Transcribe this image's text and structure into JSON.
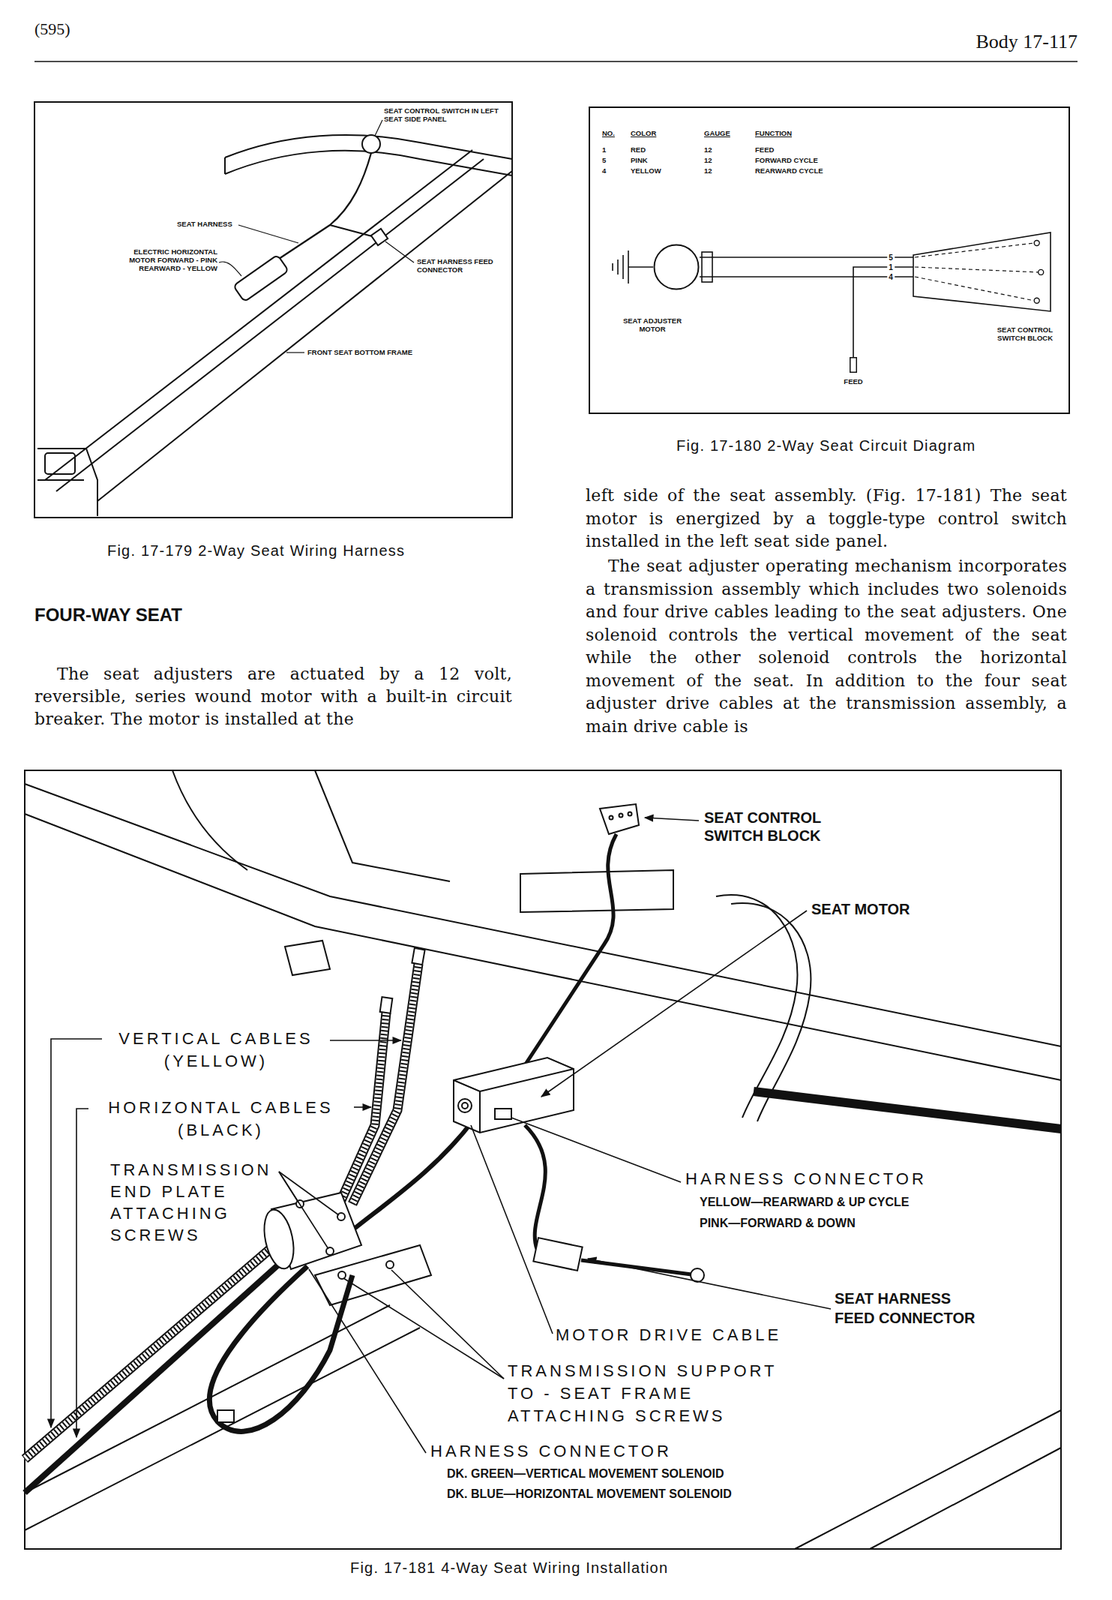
{
  "diagram": {
    "nodes": [
      {
        "text": [
          "SEAT ADJUSTER MOTOR"
        ]
      },
      {
        "text": [
          "SEAT CONTROL SWITCH BLOCK"
        ]
      },
      {
        "text": [
          "FEED"
        ]
      }
    ],
    "edges": [
      {
        "from": 0,
        "to": 1,
        "arrow": "none",
        "label": "5"
      },
      {
        "from": 2,
        "to": 1,
        "arrow": "none",
        "label": "1"
      },
      {
        "from": 0,
        "to": 1,
        "arrow": "none",
        "label": "4"
      }
    ],
    "labels": [
      "(595)",
      "Body 17-117",
      "SEAT CONTROL SWITCH IN LEFT SEAT SIDE PANEL",
      "SEAT HARNESS",
      "ELECTRIC HORIZONTAL MOTOR FORWARD - PINK REARWARD - YELLOW",
      "SEAT HARNESS FEED CONNECTOR",
      "FRONT SEAT BOTTOM FRAME",
      "Fig. 17-179 2-Way Seat Wiring Harness",
      "FOUR-WAY SEAT",
      "The seat adjusters are actuated by a 12 volt, reversible, series wound motor with a built-in circuit breaker. The motor is installed at the",
      "NO.",
      "COLOR",
      "GAUGE",
      "FUNCTION",
      "1",
      "RED",
      "12",
      "FEED",
      "5",
      "PINK",
      "12",
      "FORWARD CYCLE",
      "4",
      "YELLOW",
      "12",
      "REARWARD CYCLE",
      "Fig. 17-180 2-Way Seat Circuit Diagram",
      "left side of the seat assembly. (Fig. 17-181) The seat motor is energized by a toggle-type control switch installed in the left seat side panel.",
      "The seat adjuster operating mechanism incorporates a transmission assembly which includes two solenoids and four drive cables leading to the seat adjusters. One solenoid controls the vertical movement of the seat while the other solenoid controls the horizontal movement of the seat. In addition to the four seat adjuster drive cables at the transmission assembly, a main drive cable is",
      "SEAT CONTROL SWITCH BLOCK",
      "SEAT MOTOR",
      "VERTICAL CABLES (YELLOW)",
      "HORIZONTAL CABLES (BLACK)",
      "TRANSMISSION END PLATE ATTACHING SCREWS",
      "HARNESS CONNECTOR",
      "YELLOW—REARWARD & UP CYCLE",
      "PINK—FORWARD & DOWN",
      "SEAT HARNESS FEED CONNECTOR",
      "MOTOR DRIVE CABLE",
      "TRANSMISSION SUPPORT TO - SEAT FRAME ATTACHING SCREWS",
      "HARNESS CONNECTOR",
      "DK. GREEN—VERTICAL MOVEMENT SOLENOID",
      "DK. BLUE—HORIZONTAL MOVEMENT SOLENOID",
      "Fig. 17-181 4-Way Seat Wiring Installation"
    ]
  }
}
